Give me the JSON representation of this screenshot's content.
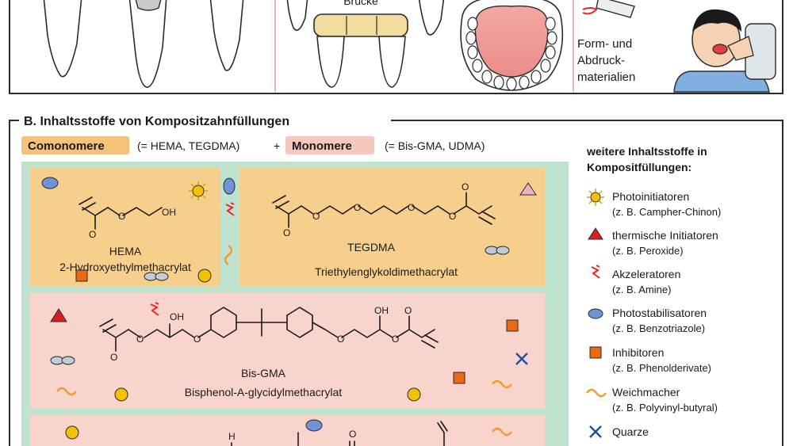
{
  "top_panel": {
    "bridge_label": "Brücke",
    "impression_label_lines": [
      "Form- und",
      "Abdruck-",
      "materialien"
    ]
  },
  "section_b": {
    "title": "B. Inhaltsstoffe von Kompositzahnfüllungen",
    "comonomers_tag": "Comonomere",
    "comonomers_examples": "(= HEMA, TEGDMA)",
    "plus": "+",
    "monomers_tag": "Monomere",
    "monomers_examples": "(= Bis-GMA, UDMA)"
  },
  "molecules": {
    "hema": {
      "abbr": "HEMA",
      "name": "2-Hydroxyethylmethacrylat",
      "oh": "OH",
      "o": "O"
    },
    "tegdma": {
      "abbr": "TEGDMA",
      "name": "Triethylenglykoldimethacrylat",
      "o": "O"
    },
    "bisgma": {
      "abbr": "Bis-GMA",
      "name": "Bisphenol-A-glycidylmethacrylat",
      "oh": "OH",
      "o": "O"
    },
    "udma": {
      "h": "H",
      "o": "O"
    }
  },
  "legend": {
    "title_lines": [
      "weitere Inhaltsstoffe in",
      "Kompositfüllungen:"
    ],
    "items": [
      {
        "name": "Photoinitiatoren",
        "example": "(z. B. Campher-Chinon)",
        "icon": "sun-icon",
        "color": "#f2c200"
      },
      {
        "name": "thermische Initiatoren",
        "example": "(z. B. Peroxide)",
        "icon": "red-triangle-icon",
        "color": "#d62020"
      },
      {
        "name": "Akzeleratoren",
        "example": "(z. B. Amine)",
        "icon": "lightning-icon",
        "color": "#e8262a"
      },
      {
        "name": "Photostabilisatoren",
        "example": "(z. B. Benzotriazole)",
        "icon": "blue-ellipse-icon",
        "color": "#6f93d6"
      },
      {
        "name": "Inhibitoren",
        "example": "(z. B. Phenolderivate)",
        "icon": "orange-square-icon",
        "color": "#e96a12"
      },
      {
        "name": "Weichmacher",
        "example": "(z. B. Polyvinyl-butyral)",
        "icon": "orange-wave-icon",
        "color": "#f29a2e"
      },
      {
        "name": "Quarze",
        "example": "",
        "icon": "blue-cross-icon",
        "color": "#1f4fa3"
      }
    ]
  },
  "colors": {
    "comonomer_bg": "#f7cf8c",
    "monomer_bg": "#f9d4cc",
    "green_bg": "#bfe3cf",
    "tag_orange": "#f4c27a",
    "tag_pink": "#f6c7bd"
  }
}
